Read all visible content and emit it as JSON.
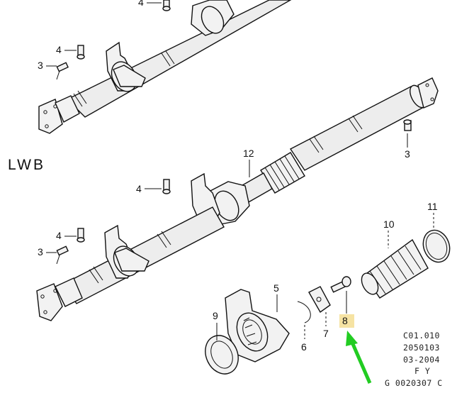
{
  "diagram": {
    "section_label": "LWB",
    "callouts": {
      "top_4a": "4",
      "top_4b": "4",
      "top_3": "3",
      "right_3": "3",
      "mid_12": "12",
      "mid_4a": "4",
      "mid_4b": "4",
      "mid_3": "3",
      "p5": "5",
      "p6": "6",
      "p7": "7",
      "p8": "8",
      "p9": "9",
      "p10": "10",
      "p11": "11"
    },
    "highlight_color": "#f6e3a3",
    "arrow_color": "#22cc22",
    "reference_codes": [
      "C01.010",
      "2050103",
      "03-2004",
      "F Y",
      "G 0020307 C"
    ]
  }
}
